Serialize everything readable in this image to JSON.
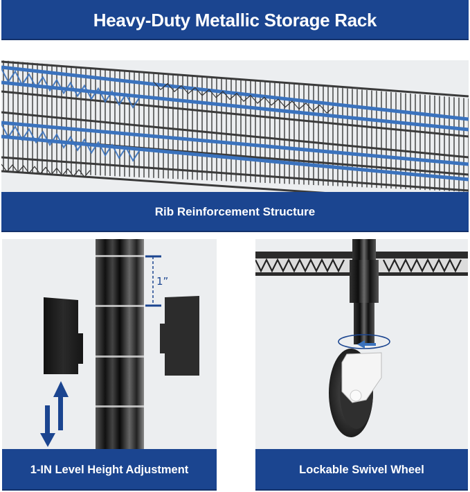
{
  "header": {
    "title": "Heavy-Duty Metallic Storage Rack"
  },
  "features": [
    {
      "caption": "Rib Reinforcement Structure",
      "image": "wire-shelf-rib-closeup"
    },
    {
      "caption": "1-IN Level Height Adjustment",
      "image": "pole-with-split-sleeve-clips",
      "dimension_label": "1”",
      "icons": [
        "up-arrow-icon",
        "down-arrow-icon"
      ]
    },
    {
      "caption": "Lockable Swivel Wheel",
      "image": "caster-wheel-on-pole",
      "icons": [
        "rotate-arrow-icon"
      ]
    }
  ],
  "colors": {
    "brand_blue": "#1b4590",
    "highlight_blue": "#3a72bd",
    "background_gray": "#eceef0",
    "text": "#ffffff"
  }
}
